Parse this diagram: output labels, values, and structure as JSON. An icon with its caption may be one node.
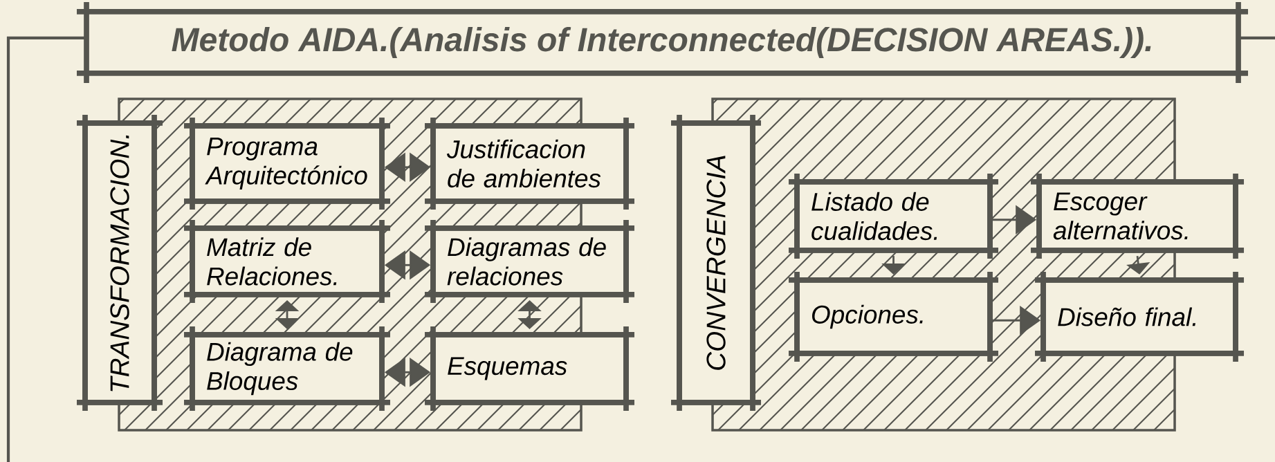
{
  "diagram": {
    "title": "Metodo AIDA.(Analisis of Interconnected(DECISION AREAS.)).",
    "nodes": [
      {
        "text": [
          "TRANSFORMACION."
        ]
      },
      {
        "text": [
          "Programa Arquitectónico"
        ]
      },
      {
        "text": [
          "Justificacion de ambientes"
        ]
      },
      {
        "text": [
          "Matriz de Relaciones."
        ]
      },
      {
        "text": [
          "Diagramas de relaciones"
        ]
      },
      {
        "text": [
          "Diagrama de Bloques"
        ]
      },
      {
        "text": [
          "Esquemas"
        ]
      },
      {
        "text": [
          "CONVERGENCIA"
        ]
      },
      {
        "text": [
          "Listado de cualidades."
        ]
      },
      {
        "text": [
          "Escoger alternativos."
        ]
      },
      {
        "text": [
          "Opciones."
        ]
      },
      {
        "text": [
          "Diseño final."
        ]
      }
    ],
    "edges": [
      {
        "from": 1,
        "to": 2,
        "arrow": "both"
      },
      {
        "from": 3,
        "to": 4,
        "arrow": "both"
      },
      {
        "from": 3,
        "to": 5,
        "arrow": "both"
      },
      {
        "from": 4,
        "to": 6,
        "arrow": "both"
      },
      {
        "from": 5,
        "to": 6,
        "arrow": "both"
      },
      {
        "from": 8,
        "to": 9,
        "arrow": "to"
      },
      {
        "from": 8,
        "to": 10,
        "arrow": "to"
      },
      {
        "from": 10,
        "to": 11,
        "arrow": "to"
      },
      {
        "from": 9,
        "to": 11,
        "arrow": "to"
      }
    ]
  }
}
